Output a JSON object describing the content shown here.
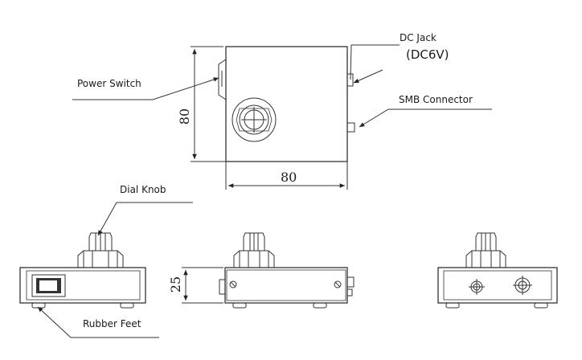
{
  "labels": {
    "dc_jack": "DC Jack",
    "dc_voltage": "(DC6V)",
    "power_switch": "Power Switch",
    "smb_connector": "SMB Connector",
    "dial_knob": "Dial Knob",
    "rubber_feet": "Rubber Feet"
  },
  "dimensions": {
    "top_width": "80",
    "top_height": "80",
    "side_height": "25"
  }
}
